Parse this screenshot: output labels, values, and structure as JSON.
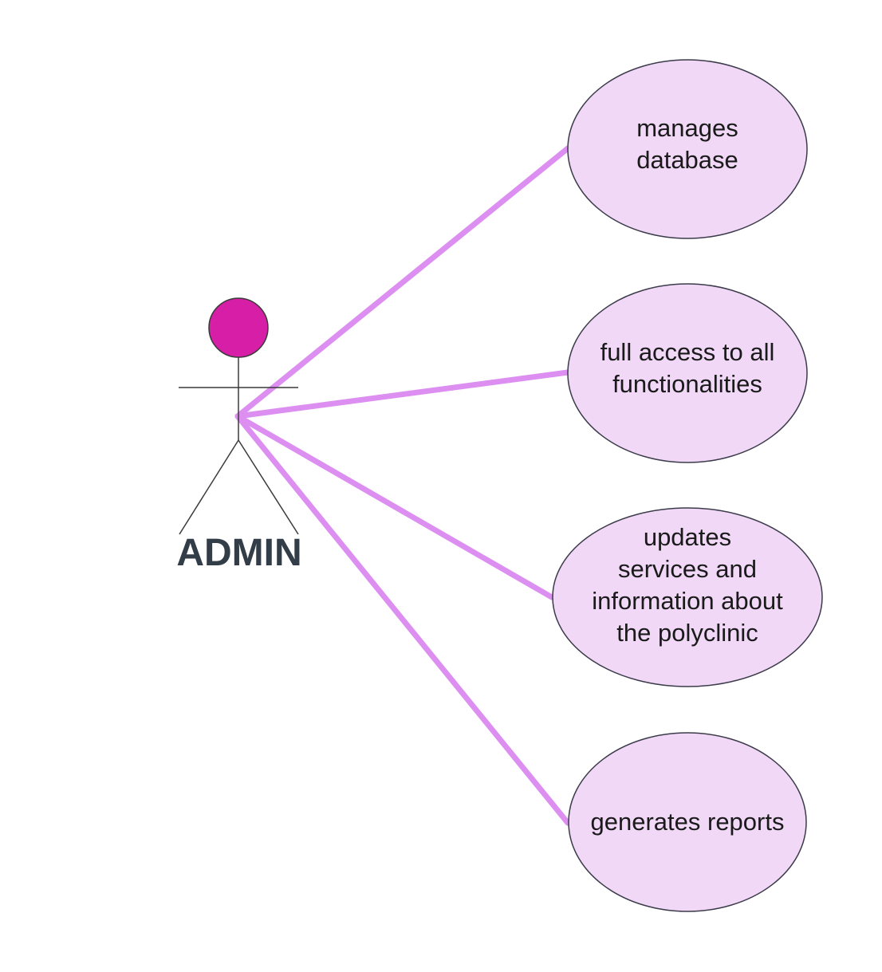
{
  "actor": {
    "name": "ADMIN",
    "head_color": "#d71ea6",
    "stroke_color": "#3a3a3a",
    "name_color": "#333d47"
  },
  "use_cases": [
    {
      "label": "manages\ndatabase"
    },
    {
      "label": "full access to all\nfunctionalities"
    },
    {
      "label": "updates\nservices and\ninformation about\nthe polyclinic"
    },
    {
      "label": "generates reports"
    }
  ],
  "colors": {
    "association_line": "#dc8ff0",
    "use_case_fill": "#f1d8f7",
    "use_case_border": "#3b3b4a"
  }
}
